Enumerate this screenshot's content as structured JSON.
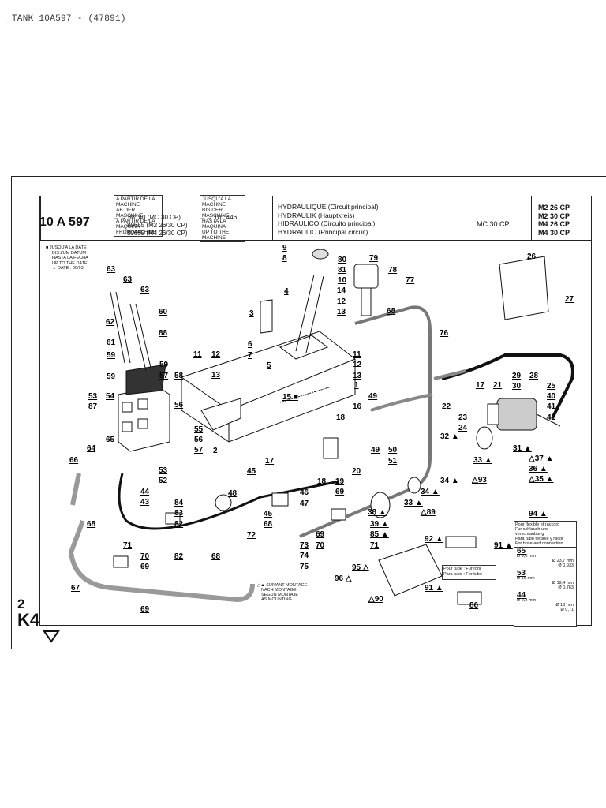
{
  "page_caption": "_TANK  10A597 - (47891)",
  "reference": "10 A 597",
  "note_from_machine_left": [
    "A PARTIR DE LA MACHINE",
    "AB DER MASCHINE",
    "A PARTIR DE LA MAQUINA",
    "FROM MACHINE"
  ],
  "serials_left": [
    "→→ 88140 (MC 30 CP)",
    "89655 (M2 26/30 CP)",
    "89655 (M4 26/30 CP)"
  ],
  "note_up_to_right": [
    "JUSQU'A LA MACHINE",
    "BIS DER MASCHINE",
    "HASTA LA MAQUINA",
    "UP TO THE MACHINE"
  ],
  "serial_right": "→→ 107 446",
  "title_lines": [
    "HYDRAULIQUE (Circuit principal)",
    "HYDRAULIK (Hauptkreis)",
    "HIDRAULICO (Circuito principal)",
    "HYDRAULIC (Principal circuit)"
  ],
  "model_mc": "MC 30 CP",
  "models": [
    "M2 26 CP",
    "M2 30 CP",
    "M4 26 CP",
    "M4 30 CP"
  ],
  "date_note": [
    "■ JUSQU'A LA DATE",
    "BIS ZUM DATUM",
    "HASTA LA FECHA",
    "UP TO THE DATE",
    "→ DATE : 06/93"
  ],
  "mounting_note": [
    "△▲ SUIVANT MONTAGE",
    "NACH MONTAGE",
    "SEGUN MONTAJE",
    "AS MOUNTING"
  ],
  "tube_box": [
    "Pour tube : Fur rohr",
    "Para tubo : For tube"
  ],
  "flex_table_header": [
    "Pour flexible et raccord",
    "Fur schlauch und verschraubung",
    "Para tubo flexible y racor",
    "For hose and connection"
  ],
  "flex_table_rows": [
    {
      "ref": "65",
      "a": "Ø 9,8 mm",
      "b": "Ø 23,7 mm",
      "c": "Ø 0,933"
    },
    {
      "ref": "53",
      "a": "Ø 16 mm",
      "b": "Ø 19,4 mm",
      "c": "Ø 0,763"
    },
    {
      "ref": "44",
      "a": "Ø 2,8 mm",
      "b": "Ø 18 mm",
      "c": "Ø 0,71"
    }
  ],
  "page_code": {
    "page": "2",
    "section": "K4"
  },
  "part_labels": [
    "1",
    "2",
    "3",
    "4",
    "5",
    "6",
    "7",
    "8",
    "9",
    "10",
    "11",
    "12",
    "13",
    "14",
    "15",
    "16",
    "17",
    "18",
    "19",
    "20",
    "21",
    "22",
    "23",
    "24",
    "25",
    "26",
    "27",
    "28",
    "29",
    "30",
    "31",
    "32",
    "33",
    "34",
    "35",
    "36",
    "37",
    "38",
    "39",
    "40",
    "41",
    "42",
    "43",
    "44",
    "45",
    "46",
    "47",
    "48",
    "49",
    "50",
    "51",
    "52",
    "53",
    "54",
    "55",
    "56",
    "57",
    "58",
    "59",
    "60",
    "61",
    "62",
    "63",
    "64",
    "65",
    "66",
    "67",
    "68",
    "69",
    "70",
    "71",
    "72",
    "73",
    "74",
    "75",
    "76",
    "77",
    "78",
    "79",
    "80",
    "81",
    "82",
    "83",
    "84",
    "85",
    "86",
    "87",
    "88",
    "89",
    "90",
    "91",
    "92",
    "93",
    "94",
    "95",
    "96"
  ]
}
